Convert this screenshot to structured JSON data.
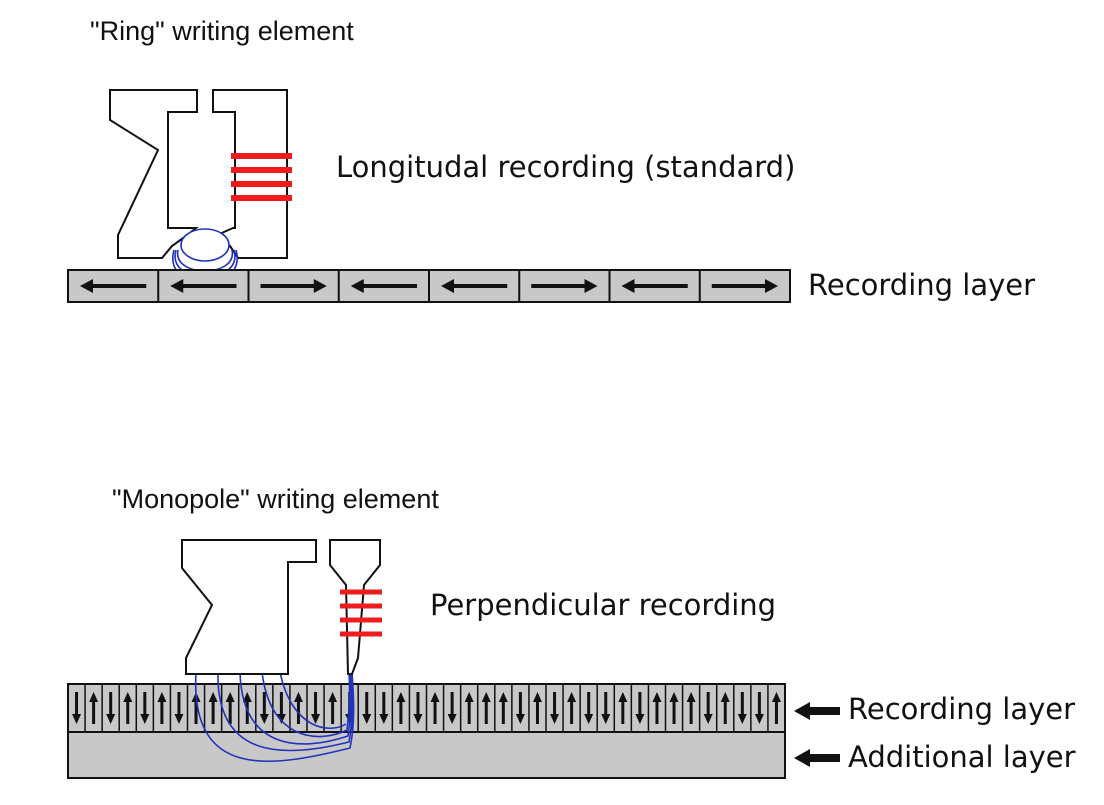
{
  "ring": {
    "title": "\"Ring\" writing element",
    "mode_label": "Longitudal recording (standard)",
    "layer_label": "Recording layer",
    "domains": [
      "left",
      "left",
      "right",
      "left",
      "left",
      "right",
      "left",
      "right"
    ],
    "colors": {
      "coil": "#ee1c1c",
      "field": "#2233bb",
      "layer": "#c8c8c8",
      "stroke": "#111111"
    }
  },
  "monopole": {
    "title": "\"Monopole\" writing element",
    "mode_label": "Perpendicular recording",
    "recording_layer_label": "Recording layer",
    "additional_layer_label": "Additional layer",
    "domains": [
      "down",
      "up",
      "down",
      "up",
      "down",
      "up",
      "down",
      "up",
      "up",
      "up",
      "up",
      "down",
      "down",
      "up",
      "down",
      "up",
      "down",
      "down",
      "down",
      "up",
      "down",
      "up",
      "down",
      "up",
      "up",
      "up",
      "down",
      "up",
      "down",
      "up",
      "down",
      "down",
      "up",
      "down",
      "up",
      "up",
      "up",
      "down",
      "up",
      "down",
      "down",
      "up"
    ],
    "colors": {
      "coil": "#ee1c1c",
      "field": "#2233bb",
      "layer": "#c8c8c8",
      "stroke": "#111111"
    }
  }
}
